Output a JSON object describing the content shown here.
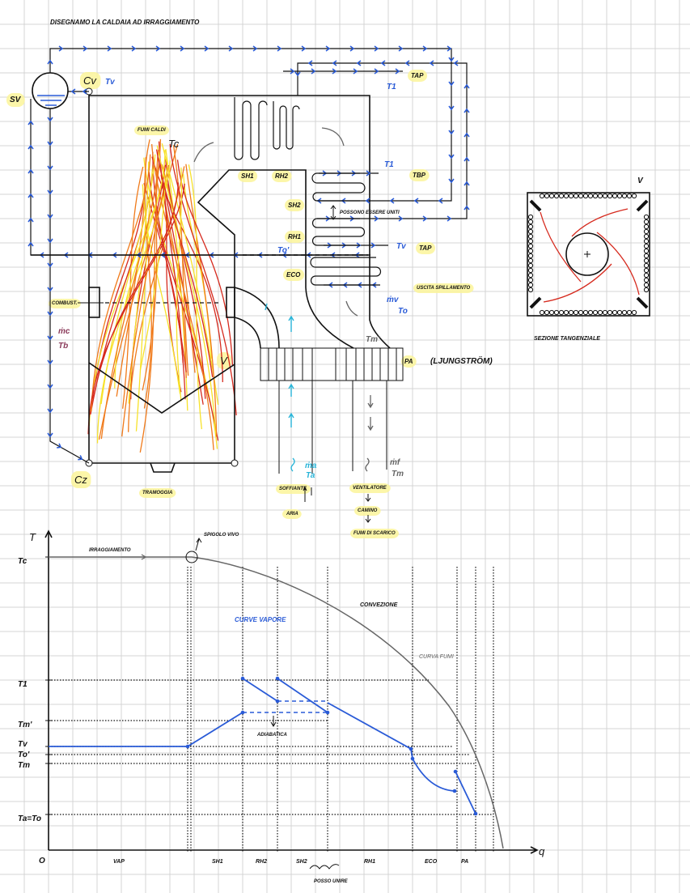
{
  "title": "DISEGNAMO LA CALDAIA AD IRRAGGIAMENTO",
  "colors": {
    "steam": "#2a5bd7",
    "highlight": "#fbf59a",
    "flame_red": "#d62a1e",
    "flame_orange": "#f07a1a",
    "flame_yellow": "#f7e22a",
    "air": "#28b4d8",
    "gas": "#666666"
  },
  "boiler": {
    "sv": "SV",
    "cv": "Cv",
    "tv_drum": "Tv",
    "fumi_caldi": "FUMI CALDI",
    "tc": "Tc",
    "t1_top": "T1",
    "tap_top": "TAP",
    "sh1": "SH1",
    "rh2": "RH2",
    "sh2": "SH2",
    "rh1": "RH1",
    "eco": "ECO",
    "t1": "T1",
    "tbp": "TBP",
    "possono_unire": "POSSONO ESSERE UNITI",
    "tv_rh": "Tv",
    "tap": "TAP",
    "to_prime": "To'",
    "uscita": "USCITA SPILLAMENTO",
    "mv": "ṁv",
    "to": "To",
    "combust": "COMBUST.",
    "mc": "ṁc",
    "tb": "Tb",
    "v": "V",
    "cz": "Cz",
    "tramoggia": "TRAMOGGIA",
    "tm_prime": "Tm'",
    "pa": "PA",
    "ljungstrom": "(LJUNGSTRÖM)",
    "ma": "ṁa",
    "ta": "Ta",
    "mf": "ṁf",
    "tm": "Tm",
    "soffiante": "SOFFIANTE",
    "aria": "ARIA",
    "ventilatore": "VENTILATORE",
    "camino": "CAMINO",
    "fumi_scarico": "FUMI DI SCARICO"
  },
  "section": {
    "v": "V",
    "caption": "SEZIONE TANGENZIALE"
  },
  "chart": {
    "y_axis": "T",
    "x_axis": "q",
    "origin": "O",
    "y_ticks": [
      "Tc",
      "T1",
      "Tm'",
      "Tv",
      "To'",
      "Tm",
      "Ta=To"
    ],
    "x_labels": [
      "VAP",
      "SH1",
      "RH2",
      "SH2",
      "RH1",
      "ECO",
      "PA"
    ],
    "posso_unire": "POSSO UNIRE",
    "irraggiamento": "IRRAGGIAMENTO",
    "spigolo_vivo": "SPIGOLO VIVO",
    "curve_vapore": "CURVE VAPORE",
    "convezione": "CONVEZIONE",
    "curva_fumi": "CURVA FUMI",
    "adiabatica": "ADIABATICA"
  }
}
